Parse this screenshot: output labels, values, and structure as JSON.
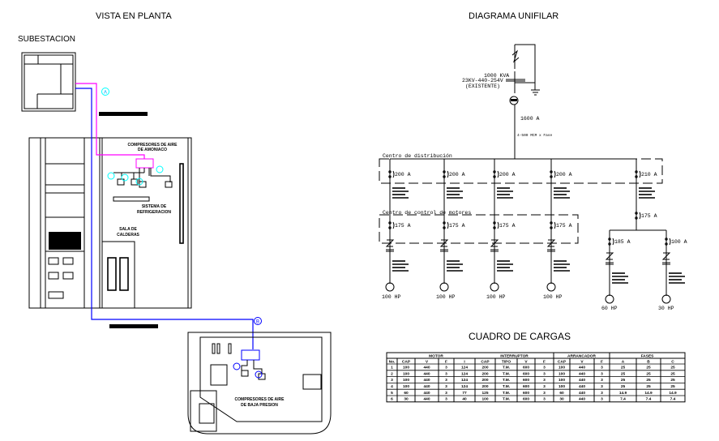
{
  "titles": {
    "plan": "VISTA EN PLANTA",
    "single_line": "DIAGRAMA UNIFILAR",
    "load_table": "CUADRO DE CARGAS",
    "substation": "SUBESTACION"
  },
  "plan_labels": {
    "ammonia": [
      "COMPRESORES DE AIRE",
      "DE AMONIACO"
    ],
    "refrigeration": [
      "SISTEMA DE",
      "REFRIGERACION"
    ],
    "boilers": [
      "SALA DE",
      "CALDERAS"
    ],
    "low_pressure": [
      "COMPRESORES DE AIRE",
      "DE BAJA PRESION"
    ],
    "tag_a": "A",
    "tag_b": "B"
  },
  "colors": {
    "feeder_a": "#ff00ff",
    "feeder_b": "#0000ff",
    "equipment": "#00ffff"
  },
  "diagram": {
    "transformer": [
      "1000 KVA",
      "23KV-440-254V",
      "(EXISTENTE)"
    ],
    "main_breaker": "1600 A",
    "main_cable": "4-500 MCM x Fase",
    "distribution_center": "Centro de distribución",
    "motor_control_center": "Centro de control de motores",
    "feeder_breakers": [
      "200 A",
      "200 A",
      "200 A",
      "200 A",
      "210 A"
    ],
    "motor_breakers": [
      "175 A",
      "175 A",
      "175 A",
      "175 A"
    ],
    "sub_breaker": "175 A",
    "sub_motor_breakers": [
      "185 A",
      "100 A"
    ],
    "motors": [
      "100 HP",
      "100 HP",
      "100 HP",
      "100 HP",
      "60 HP",
      "30 HP"
    ]
  },
  "table": {
    "groups": [
      "MOTOR",
      "INTERRUPTOR",
      "ARRANCADOR",
      "FASES"
    ],
    "columns": [
      "No.",
      "CAP",
      "V",
      "F",
      "I",
      "CAP",
      "TIPO",
      "V",
      "F",
      "CAP",
      "V",
      "F",
      "A",
      "B",
      "C"
    ],
    "rows": [
      [
        "1",
        "100",
        "440",
        "3",
        "124",
        "200",
        "T.M.",
        "600",
        "3",
        "100",
        "440",
        "3",
        "25",
        "25",
        "25"
      ],
      [
        "2",
        "100",
        "440",
        "3",
        "124",
        "200",
        "T.M.",
        "600",
        "3",
        "100",
        "440",
        "3",
        "25",
        "25",
        "25"
      ],
      [
        "3",
        "100",
        "440",
        "3",
        "124",
        "200",
        "T.M.",
        "600",
        "3",
        "100",
        "440",
        "3",
        "25",
        "25",
        "25"
      ],
      [
        "4",
        "100",
        "440",
        "3",
        "124",
        "200",
        "T.M.",
        "600",
        "3",
        "100",
        "440",
        "3",
        "25",
        "25",
        "25"
      ],
      [
        "5",
        "60",
        "440",
        "3",
        "77",
        "125",
        "T.M.",
        "600",
        "3",
        "60",
        "440",
        "3",
        "14.9",
        "14.9",
        "14.9"
      ],
      [
        "6",
        "30",
        "440",
        "3",
        "40",
        "100",
        "T.M.",
        "600",
        "3",
        "30",
        "440",
        "3",
        "7.4",
        "7.4",
        "7.4"
      ]
    ]
  }
}
